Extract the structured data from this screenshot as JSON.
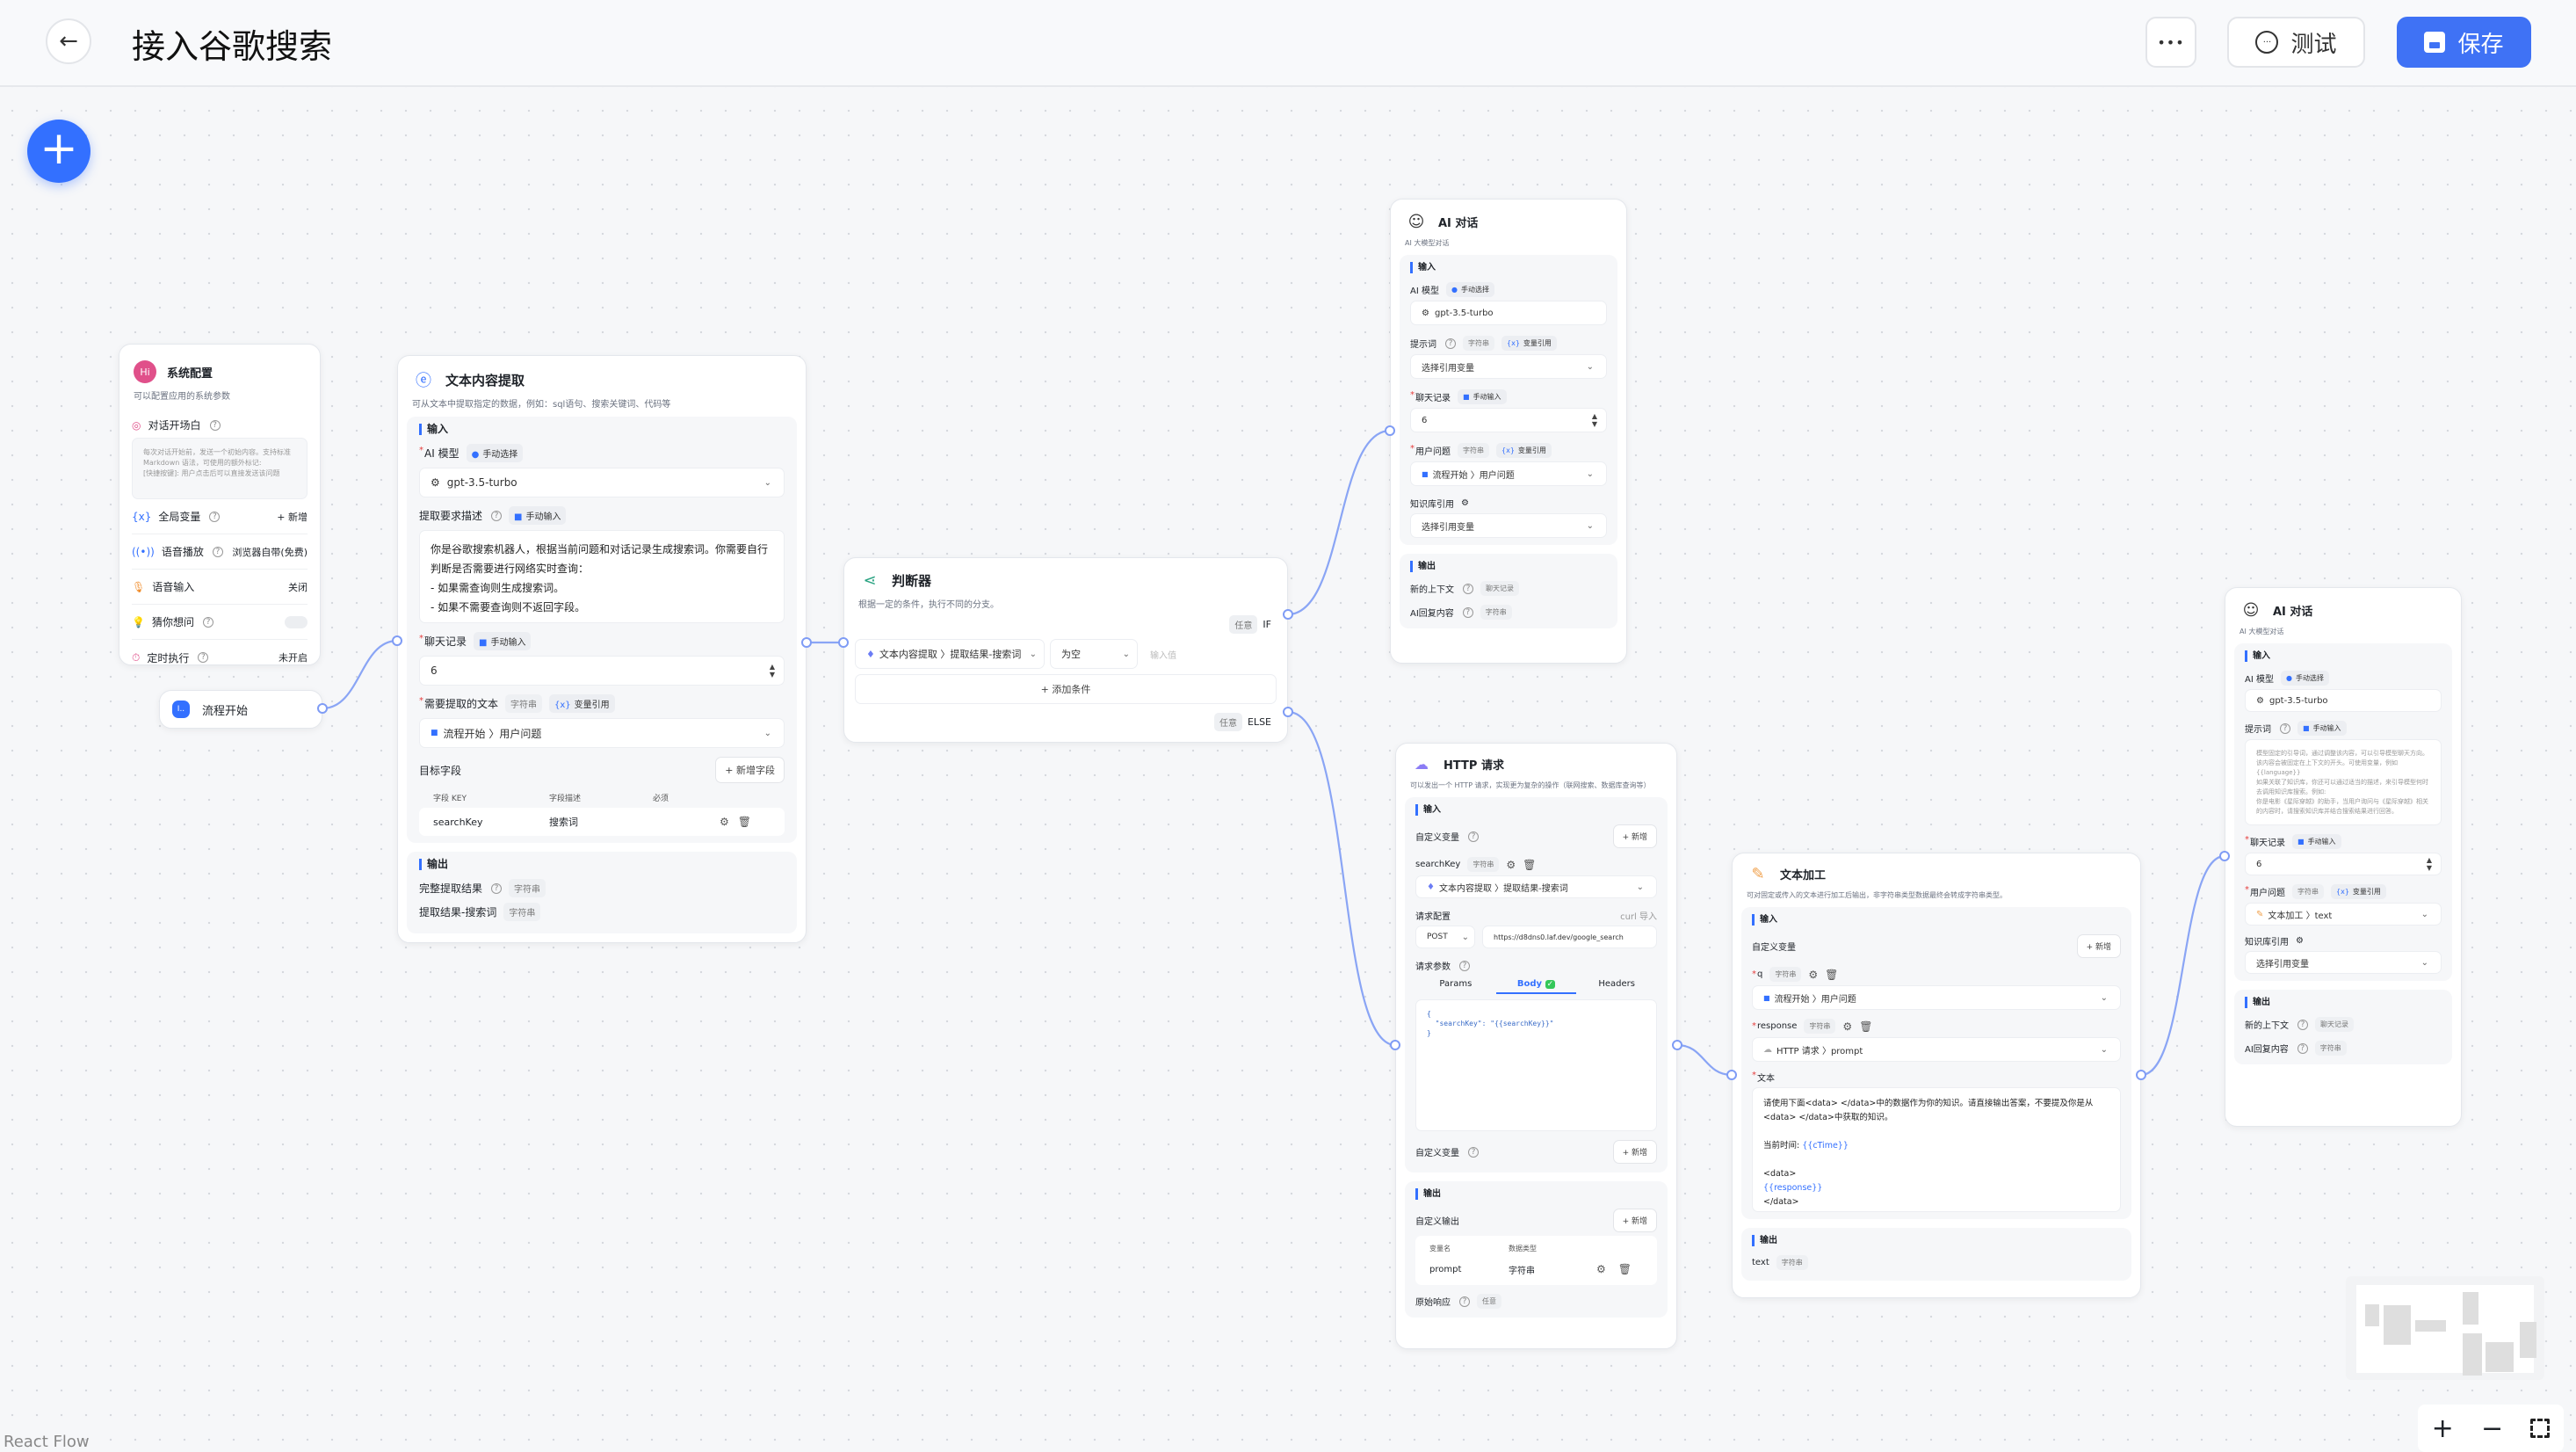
{
  "header": {
    "title": "接入谷歌搜索",
    "more_label": "•••",
    "test_label": "测试",
    "save_label": "保存"
  },
  "colors": {
    "accent": "#3370ff",
    "save": "#3f72f5"
  },
  "common": {
    "input": "输入",
    "output": "输出",
    "string": "字符串",
    "manual_select": "手动选择",
    "manual_input": "手动输入",
    "var_ref": "变量引用",
    "add": "+ 新增",
    "model": "gpt-3.5-turbo",
    "select_var": "选择引用变量",
    "any": "任意"
  },
  "system_config": {
    "title": "系统配置",
    "desc": "可以配置应用的系统参数",
    "welcome_label": "对话开场白",
    "welcome_placeholder": "每次对话开始前，发送一个初始内容。支持标准 Markdown 语法，可使用的额外标记:\n[快捷按键]: 用户点击后可以直接发送该问题",
    "rows": [
      {
        "label": "全局变量",
        "value": "+ 新增",
        "icon": "variable-icon"
      },
      {
        "label": "语音播放",
        "value": "浏览器自带(免费)",
        "icon": "speaker-icon"
      },
      {
        "label": "语音输入",
        "value": "关闭",
        "icon": "mic-icon"
      },
      {
        "label": "猜你想问",
        "value": "",
        "icon": "bulb-icon"
      },
      {
        "label": "定时执行",
        "value": "未开启",
        "icon": "timer-icon"
      }
    ]
  },
  "flow_start": {
    "title": "流程开始"
  },
  "text_extract": {
    "title": "文本内容提取",
    "desc": "可从文本中提取指定的数据，例如：sql语句、搜索关键词、代码等",
    "ai_model_label": "AI 模型",
    "desc_label": "提取要求描述",
    "desc_text": "你是谷歌搜索机器人，根据当前问题和对话记录生成搜索词。你需要自行判断是否需要进行网络实时查询：\n- 如果需查询则生成搜索词。\n- 如果不需要查询则不返回字段。",
    "history_label": "聊天记录",
    "history_value": "6",
    "text_label": "需要提取的文本",
    "text_value": "流程开始 〉用户问题",
    "target_label": "目标字段",
    "add_field": "+ 新增字段",
    "columns": [
      "字段 KEY",
      "字段描述",
      "必须"
    ],
    "rows": [
      {
        "key": "searchKey",
        "desc": "搜索词"
      }
    ],
    "outputs": [
      "完整提取结果",
      "提取结果-搜索词"
    ]
  },
  "condition": {
    "title": "判断器",
    "desc": "根据一定的条件，执行不同的分支。",
    "if": "IF",
    "else": "ELSE",
    "variable": "文本内容提取 〉提取结果-搜索词",
    "operator": "为空",
    "value_placeholder": "输入值",
    "add_condition": "+ 添加条件"
  },
  "ai_chat_1": {
    "title": "AI 对话",
    "desc": "AI 大模型对话",
    "ai_model_label": "AI 模型",
    "prompt_label": "提示词",
    "history_label": "聊天记录",
    "history_value": "6",
    "question_label": "用户问题",
    "question_value": "流程开始 〉用户问题",
    "kb_label": "知识库引用",
    "outputs": [
      {
        "label": "新的上下文",
        "type": "聊天记录"
      },
      {
        "label": "AI回复内容",
        "type": "字符串"
      }
    ]
  },
  "http": {
    "title": "HTTP 请求",
    "desc": "可以发出一个 HTTP 请求，实现更为复杂的操作（联网搜索、数据库查询等）",
    "custom_var_label": "自定义变量",
    "var_name": "searchKey",
    "var_value": "文本内容提取 〉提取结果-搜索词",
    "req_config_label": "请求配置",
    "curl_import": "curl 导入",
    "method": "POST",
    "url": "https://d8dns0.laf.dev/google_search",
    "params_label": "请求参数",
    "tabs": [
      "Params",
      "Body",
      "Headers"
    ],
    "active_tab": "Body",
    "body": "{\n  \"searchKey\": \"{{searchKey}}\"\n}",
    "custom_output_label": "自定义输出",
    "out_columns": [
      "变量名",
      "数据类型"
    ],
    "out_rows": [
      {
        "name": "prompt",
        "type": "字符串"
      }
    ],
    "raw_label": "原始响应"
  },
  "text_process": {
    "title": "文本加工",
    "desc": "可对固定或传入的文本进行加工后输出，非字符串类型数据最终会转成字符串类型。",
    "custom_var_label": "自定义变量",
    "vars": [
      {
        "name": "q",
        "value": "流程开始 〉用户问题"
      },
      {
        "name": "response",
        "value": "HTTP 请求 〉prompt"
      }
    ],
    "text_label": "文本",
    "text_line1": "请使用下面<data> </data>中的数据作为你的知识。请直接输出答案，不要提及你是从<data> </data>中获取的知识。",
    "text_time": "当前时间: ",
    "text_time_var": "{{cTime}}",
    "text_open": "<data>",
    "text_var": "{{response}}",
    "text_close": "</data>",
    "output": "text"
  },
  "ai_chat_2": {
    "title": "AI 对话",
    "desc": "AI 大模型对话",
    "ai_model_label": "AI 模型",
    "prompt_label": "提示词",
    "prompt_placeholder": "模型固定的引导词，通过调整该内容，可以引导模型聊天方向。该内容会被固定在上下文的开头。可使用变量，例如 {{language}}\n如果关联了知识库，你还可以通过适当的描述，来引导模型何时去调用知识库搜索。例如:\n你是电影《星际穿越》的助手，当用户询问与《星际穿越》相关的内容时，请搜索知识库并结合搜索结果进行回答。",
    "history_label": "聊天记录",
    "history_value": "6",
    "question_label": "用户问题",
    "question_value": "文本加工 〉text",
    "kb_label": "知识库引用",
    "outputs": [
      {
        "label": "新的上下文",
        "type": "聊天记录"
      },
      {
        "label": "AI回复内容",
        "type": "字符串"
      }
    ]
  },
  "footer": {
    "attribution": "React Flow",
    "zoom_in": "+",
    "zoom_out": "−"
  }
}
